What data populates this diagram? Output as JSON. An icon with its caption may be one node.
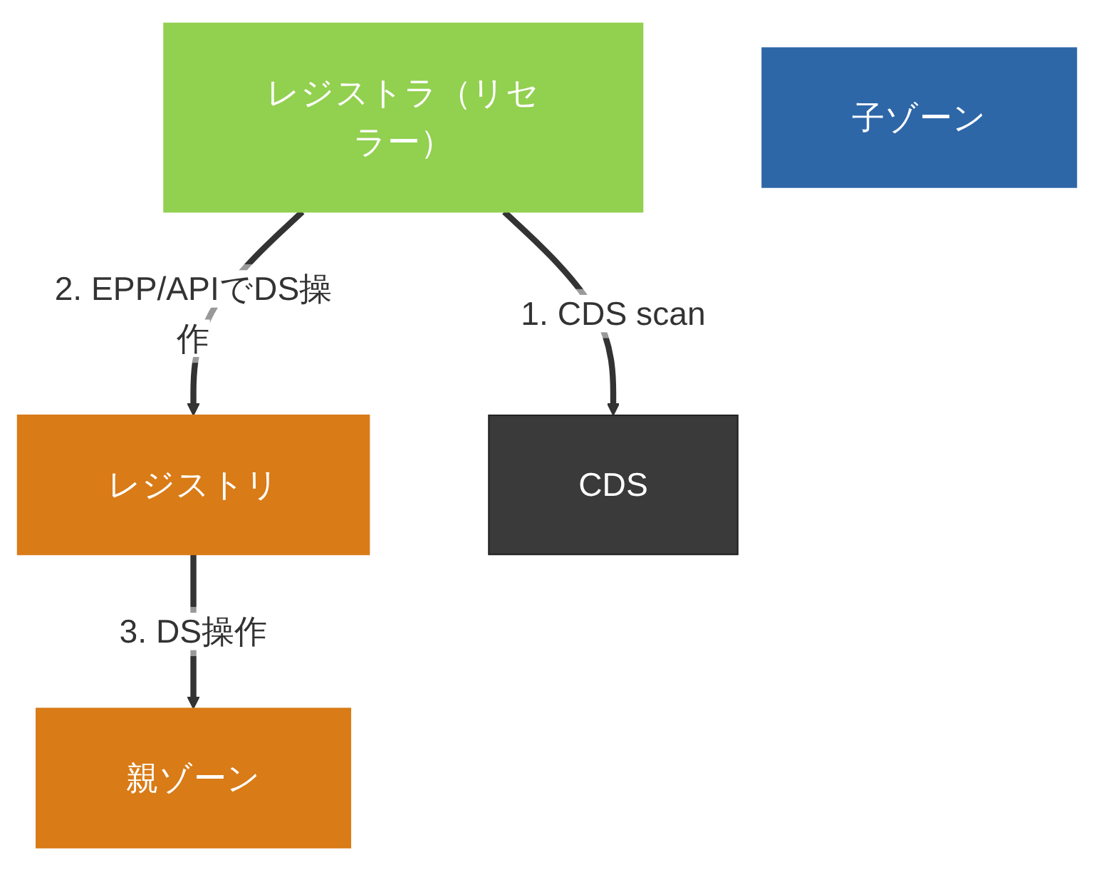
{
  "diagram": {
    "nodes": [
      {
        "text": [
          "レジストリ"
        ]
      },
      {
        "text": [
          "親ゾーン"
        ]
      },
      {
        "text": [
          "レジストラ（リセラー）"
        ]
      },
      {
        "text": [
          "子ゾーン"
        ]
      },
      {
        "text": [
          "CDS"
        ]
      }
    ],
    "edges": [
      {
        "from": 0,
        "to": 1,
        "arrow": "to",
        "label": "3. DS操作"
      },
      {
        "from": 2,
        "to": 0,
        "arrow": "to",
        "label": "2. EPP/APIでDS操作"
      },
      {
        "from": 2,
        "to": 4,
        "arrow": "to",
        "label": "1. CDS scan"
      }
    ]
  }
}
